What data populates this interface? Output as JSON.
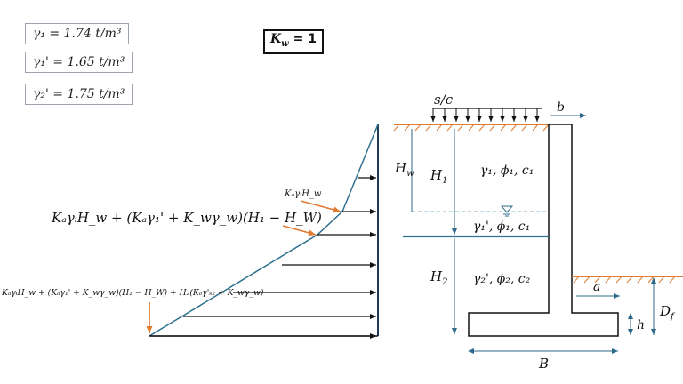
{
  "unit_weights": {
    "gamma1": "γ₁ = 1.74 t/m³",
    "gamma1_sub": "γ₁' = 1.65 t/m³",
    "gamma2_sub": "γ₂' = 1.75 t/m³"
  },
  "kw_condition": {
    "symbol": "K",
    "sub": "w",
    "rest": " = 1"
  },
  "pressure_labels": {
    "at_water_table": "KₐγᵢH_w",
    "at_layer_boundary": "KₐγᵢH_w + (Kₐγ₁' + K_wγ_w)(H₁ − H_W)",
    "at_base": "KₐγᵢH_w + (Kₐγ₁' + K_wγ_w)(H₁ − H_W) + H₂(Kₐγ'ₛ₂ + K_wγ_w)"
  },
  "surcharge_label": "s/c",
  "dimension_labels": {
    "b": "b",
    "Hw": "H",
    "Hw_sub": "w",
    "H1": "H",
    "H1_sub": "1",
    "H2": "H",
    "H2_sub": "2",
    "a": "a",
    "h": "h",
    "Df": "D",
    "Df_sub": "f",
    "B": "B"
  },
  "soil_labels": {
    "layer1_above_water": "γ₁, ϕ₁, c₁",
    "layer1_below_water": "γ₁', ϕ₁, c₁",
    "layer2": "γ₂', ϕ₂, c₂"
  },
  "colors": {
    "ground": "#e07a30",
    "water": "#2f6f8f",
    "dimension": "#2b6a8c",
    "arrow": "#111111"
  }
}
